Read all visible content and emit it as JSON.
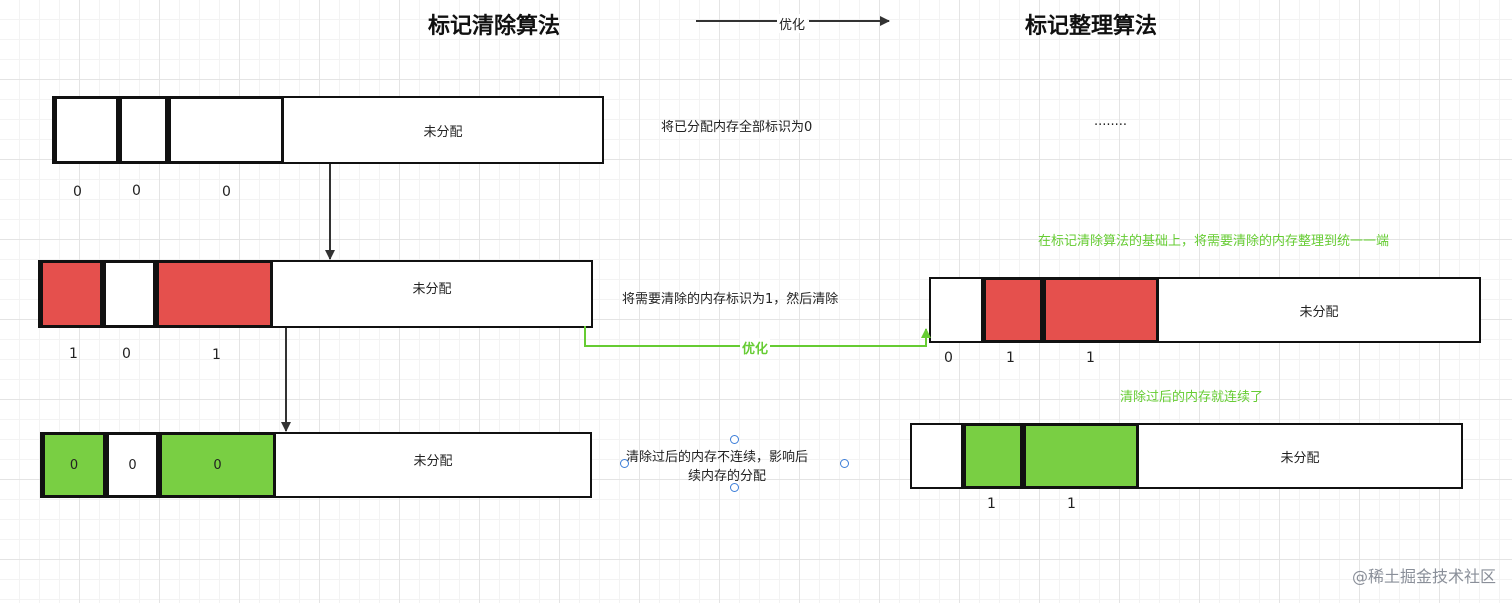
{
  "titles": {
    "left": "标记清除算法",
    "optimize": "优化",
    "right": "标记整理算法"
  },
  "labels": {
    "unallocated": "未分配",
    "note1": "将已分配内存全部标识为0",
    "note2": "将需要清除的内存标识为1，然后清除",
    "note3_line1": "清除过后的内存不连续，影响后",
    "note3_line2": "续内存的分配",
    "ellipsis": "........",
    "green_note1": "在标记清除算法的基础上，将需要清除的内存整理到统一一端",
    "green_note2": "清除过后的内存就连续了",
    "optimize_green": "优化",
    "watermark": "@稀土掘金技术社区"
  },
  "row1_marks": [
    "0",
    "0",
    "0"
  ],
  "row2_marks": [
    "1",
    "0",
    "1"
  ],
  "row3_cells": [
    "0",
    "0",
    "0"
  ],
  "right1_marks": [
    "0",
    "1",
    "1"
  ],
  "right2_marks": [
    "1",
    "1"
  ],
  "colors": {
    "red": "#e5504d",
    "green": "#79cf43",
    "green_text": "#66cc33",
    "handle": "#3b7dd8"
  }
}
